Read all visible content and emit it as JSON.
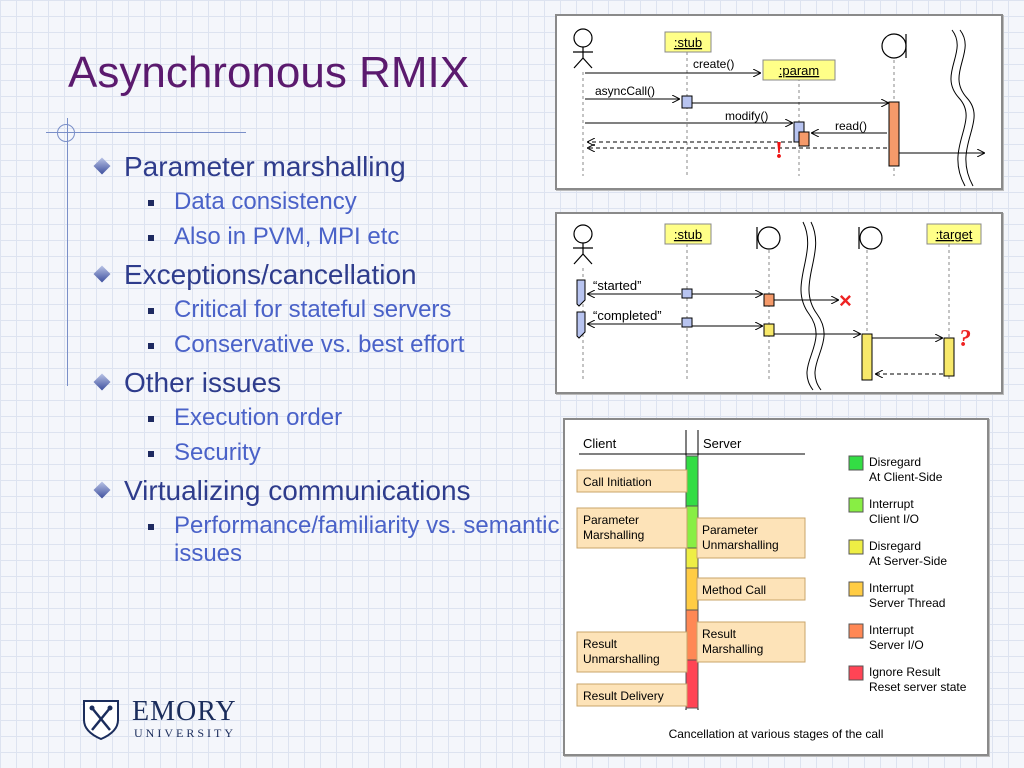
{
  "slide": {
    "title": "Asynchronous RMIX",
    "bullets": [
      {
        "text": "Parameter marshalling",
        "sub": [
          "Data consistency",
          "Also in PVM, MPI etc"
        ]
      },
      {
        "text": "Exceptions/cancellation",
        "sub": [
          "Critical for stateful servers",
          "Conservative vs. best effort"
        ]
      },
      {
        "text": "Other issues",
        "sub": [
          "Execution order",
          "Security"
        ]
      },
      {
        "text": "Virtualizing communications",
        "sub": [
          "Performance/familiarity vs. semantic issues"
        ]
      }
    ],
    "logo": {
      "name": "EMORY",
      "sub": "UNIVERSITY"
    }
  },
  "diagram1": {
    "stub_label": ":stub",
    "param_label": ":param",
    "create_label": "create()",
    "async_label": "asyncCall()",
    "modify_label": "modify()",
    "read_label": "read()",
    "exclaim": "!"
  },
  "diagram2": {
    "stub_label": ":stub",
    "target_label": ":target",
    "started_label": "“started”",
    "completed_label": "“completed”",
    "cross": "×",
    "question": "?"
  },
  "diagram3": {
    "client_header": "Client",
    "server_header": "Server",
    "client_boxes": [
      "Call Initiation",
      "Parameter\nMarshalling",
      "Result\nUnmarshalling",
      "Result Delivery"
    ],
    "server_boxes": [
      "Parameter\nUnmarshalling",
      "Method Call",
      "Result\nMarshalling"
    ],
    "legend": [
      {
        "label": "Disregard\nAt Client-Side",
        "color": "#33dd44"
      },
      {
        "label": "Interrupt\nClient I/O",
        "color": "#88ee44"
      },
      {
        "label": "Disregard\nAt Server-Side",
        "color": "#eeee44"
      },
      {
        "label": "Interrupt\nServer Thread",
        "color": "#ffcc44"
      },
      {
        "label": "Interrupt\nServer I/O",
        "color": "#ff8855"
      },
      {
        "label": "Ignore Result\nReset server state",
        "color": "#ff4455"
      }
    ],
    "caption": "Cancellation at various stages of the call"
  },
  "colors": {
    "title": "#5b1a6e",
    "bullet_l1": "#2e3c8c",
    "bullet_l2": "#4a62c8",
    "activation_blue": "#b8c4f0",
    "activation_orange": "#f59a6a",
    "activation_yellow": "#f7e86a",
    "label_box": "#ffff88"
  }
}
